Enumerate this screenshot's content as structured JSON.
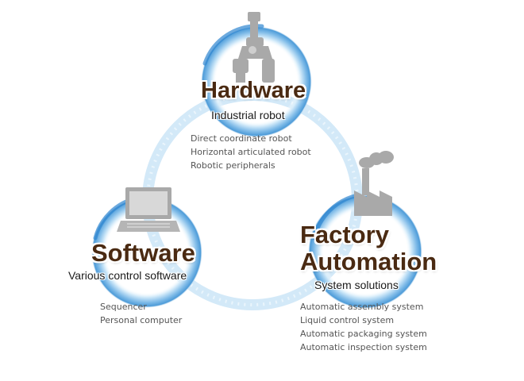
{
  "colors": {
    "ring": "#5aa6e0",
    "ring_light": "#bfe0f7",
    "title": "#4a2a12",
    "icon": "#a9a9a9",
    "list_text": "#555555"
  },
  "nodes": [
    {
      "id": "hardware",
      "icon": "robot-arm-icon",
      "title_lines": [
        "Hardware"
      ],
      "subtitle": "Industrial robot",
      "items": [
        "Direct coordinate robot",
        "Horizontal articulated robot",
        "Robotic peripherals"
      ]
    },
    {
      "id": "software",
      "icon": "laptop-icon",
      "title_lines": [
        "Software"
      ],
      "subtitle": "Various control software",
      "items": [
        "Sequencer",
        "Personal computer"
      ]
    },
    {
      "id": "factory",
      "icon": "factory-icon",
      "title_lines": [
        "Factory",
        "Automation"
      ],
      "subtitle": "System solutions",
      "items": [
        "Automatic assembly system",
        "Liquid control system",
        "Automatic packaging system",
        "Automatic inspection system"
      ]
    }
  ]
}
